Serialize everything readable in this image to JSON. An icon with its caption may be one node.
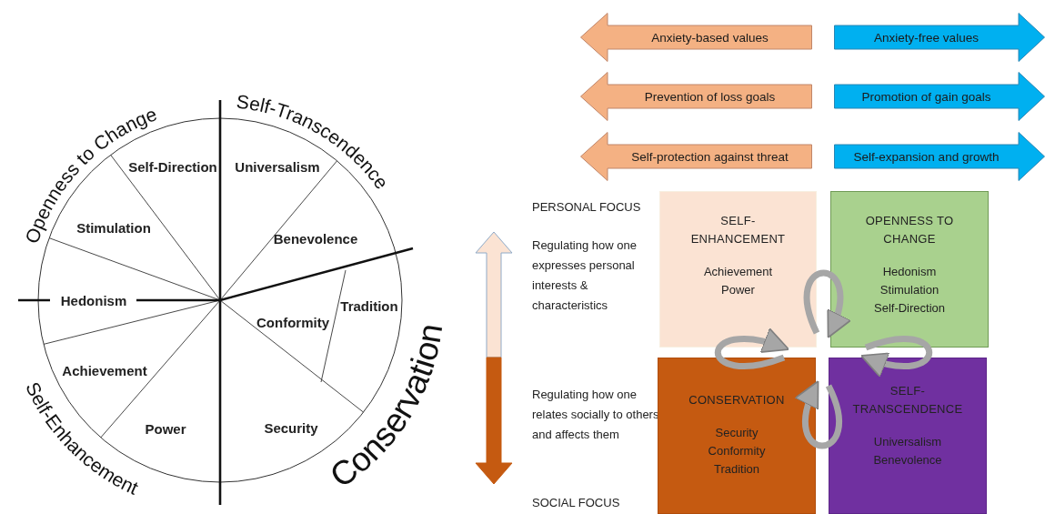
{
  "diagram": {
    "nodes": [
      {
        "text": [
          "Anxiety-based values"
        ]
      },
      {
        "text": [
          "Anxiety-free values"
        ]
      },
      {
        "text": [
          "Prevention of loss goals"
        ]
      },
      {
        "text": [
          "Promotion of gain goals"
        ]
      },
      {
        "text": [
          "Self-protection against threat"
        ]
      },
      {
        "text": [
          "Self-expansion and growth"
        ]
      },
      {
        "text": [
          "SELF-ENHANCEMENT",
          "Achievement",
          "Power"
        ]
      },
      {
        "text": [
          "OPENNESS TO CHANGE",
          "Hedonism",
          "Stimulation",
          "Self-Direction"
        ]
      },
      {
        "text": [
          "CONSERVATION",
          "Security",
          "Conformity",
          "Tradition"
        ]
      },
      {
        "text": [
          "SELF-TRANSCENDENCE",
          "Universalism",
          "Benevolence"
        ]
      }
    ],
    "edges": [
      {
        "from": 6,
        "to": 7,
        "arrow": "to"
      },
      {
        "from": 7,
        "to": 9,
        "arrow": "to"
      },
      {
        "from": 9,
        "to": 8,
        "arrow": "to"
      },
      {
        "from": 8,
        "to": 6,
        "arrow": "to"
      }
    ],
    "labels": [
      "Openness to Change",
      "Self-Transcendence",
      "Self-Direction",
      "Universalism",
      "Stimulation",
      "Benevolence",
      "Hedonism",
      "Conformity",
      "Tradition",
      "Achievement",
      "Self-Enhancement",
      "Power",
      "Security",
      "Conservation",
      "PERSONAL FOCUS",
      "Regulating how one expresses personal interests & characteristics",
      "Regulating how one relates socially to others and affects them",
      "SOCIAL FOCUS"
    ]
  }
}
